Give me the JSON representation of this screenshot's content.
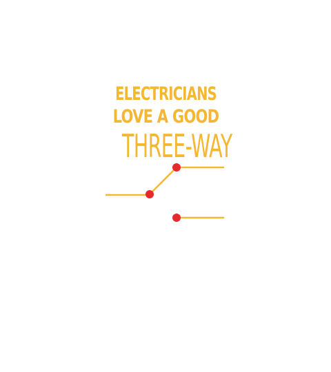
{
  "artwork": {
    "headline_line1": "ELECTRICIANS",
    "headline_line2": "LOVE A GOOD",
    "headline_line3": "THREE-WAY",
    "text_color": "#F4B731",
    "wire_color": "#F4B731",
    "terminal_color": "#E8282B",
    "background_color": "#ffffff"
  }
}
